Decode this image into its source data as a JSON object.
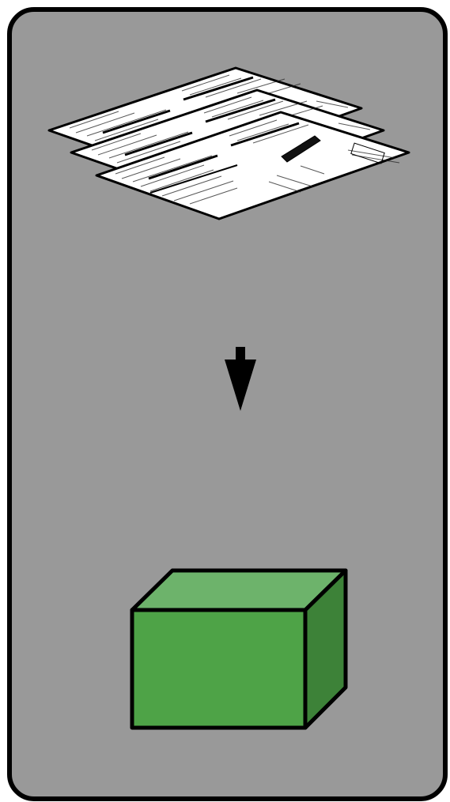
{
  "diagram": {
    "nodes": [
      {
        "id": "documents",
        "icon": "document-stack-icon"
      },
      {
        "id": "box",
        "icon": "cube-icon"
      }
    ],
    "edges": [
      {
        "from": "documents",
        "to": "box",
        "icon": "arrow-down-icon"
      }
    ]
  },
  "colors": {
    "panel_background": "#999999",
    "panel_border": "#000000",
    "paper": "#ffffff",
    "ink": "#000000",
    "cube_front": "#4ea347",
    "cube_top": "#6db36b",
    "cube_side": "#3d8238"
  }
}
